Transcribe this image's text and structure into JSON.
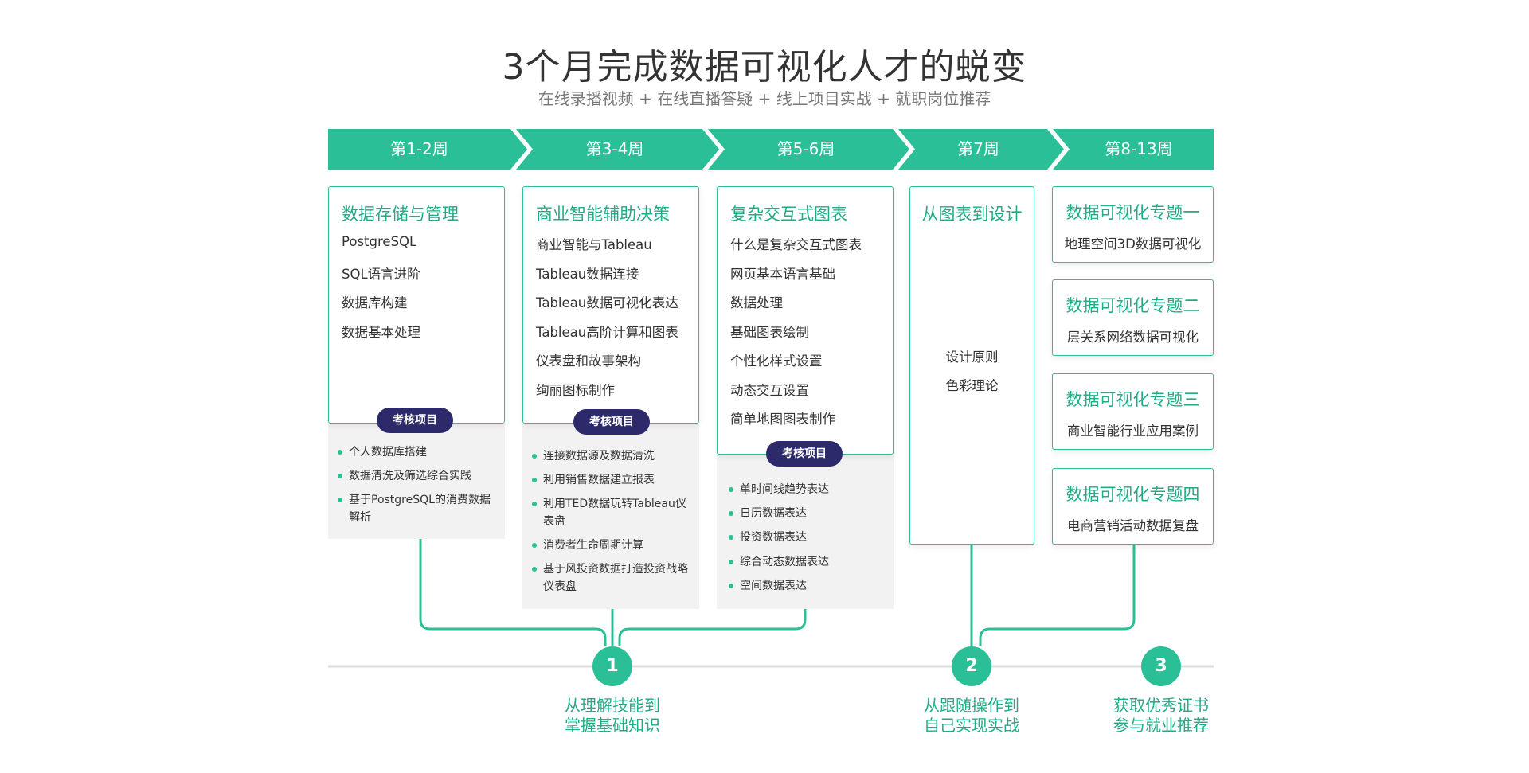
{
  "header": {
    "title": "3个月完成数据可视化人才的蜕变",
    "subtitle": "在线录播视频 + 在线直播答疑 + 线上项目实战 + 就职岗位推荐"
  },
  "colors": {
    "primary": "#2bbf97",
    "dark": "#2c2a6b",
    "grey_bg": "#f2f2f2"
  },
  "weeks": [
    "第1-2周",
    "第3-4周",
    "第5-6周",
    "第7周",
    "第8-13周"
  ],
  "modules": [
    {
      "title": "数据存储与管理",
      "items": [
        "PostgreSQL",
        "SQL语言进阶",
        "数据库构建",
        "数据基本处理"
      ]
    },
    {
      "title": "商业智能辅助决策",
      "items": [
        "商业智能与Tableau",
        "Tableau数据连接",
        "Tableau数据可视化表达",
        "Tableau高阶计算和图表",
        "仪表盘和故事架构",
        "绚丽图标制作"
      ]
    },
    {
      "title": "复杂交互式图表",
      "items": [
        "什么是复杂交互式图表",
        "网页基本语言基础",
        "数据处理",
        "基础图表绘制",
        "个性化样式设置",
        "动态交互设置",
        "简单地图图表制作"
      ]
    },
    {
      "title": "从图表到设计",
      "items": [
        "设计原则",
        "色彩理论"
      ]
    }
  ],
  "project_label": "考核项目",
  "projects": [
    [
      "个人数据库搭建",
      "数据清洗及筛选综合实践",
      "基于PostgreSQL的消费数据解析"
    ],
    [
      "连接数据源及数据清洗",
      "利用销售数据建立报表",
      "利用TED数据玩转Tableau仪表盘",
      "消费者生命周期计算",
      "基于风投资数据打造投资战略仪表盘"
    ],
    [
      "单时间线趋势表达",
      "日历数据表达",
      "投资数据表达",
      "综合动态数据表达",
      "空间数据表达"
    ]
  ],
  "topics": [
    {
      "title": "数据可视化专题一",
      "desc": "地理空间3D数据可视化"
    },
    {
      "title": "数据可视化专题二",
      "desc": "层关系网络数据可视化"
    },
    {
      "title": "数据可视化专题三",
      "desc": "商业智能行业应用案例"
    },
    {
      "title": "数据可视化专题四",
      "desc": "电商营销活动数据复盘"
    }
  ],
  "milestones": [
    {
      "num": "1",
      "line1": "从理解技能到",
      "line2": "掌握基础知识"
    },
    {
      "num": "2",
      "line1": "从跟随操作到",
      "line2": "自己实现实战"
    },
    {
      "num": "3",
      "line1": "获取优秀证书",
      "line2": "参与就业推荐"
    }
  ]
}
